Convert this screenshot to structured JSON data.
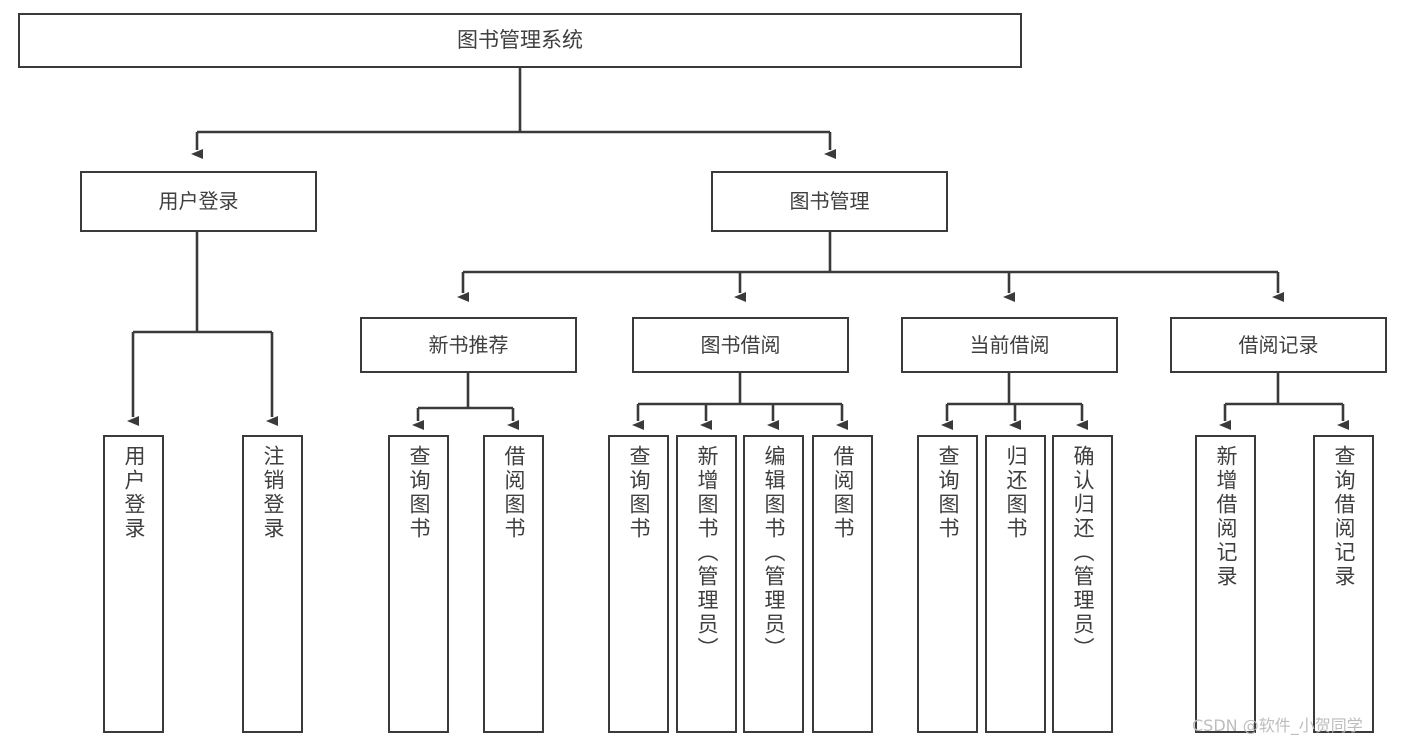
{
  "diagram": {
    "title": "图书管理系统",
    "type": "tree",
    "root": {
      "id": "root",
      "label": "图书管理系统"
    },
    "level1": [
      {
        "id": "user-login",
        "label": "用户登录"
      },
      {
        "id": "book-manage",
        "label": "图书管理"
      }
    ],
    "level2": [
      {
        "id": "new-book-recommend",
        "label": "新书推荐",
        "parent": "book-manage"
      },
      {
        "id": "book-borrow",
        "label": "图书借阅",
        "parent": "book-manage"
      },
      {
        "id": "current-borrow",
        "label": "当前借阅",
        "parent": "book-manage"
      },
      {
        "id": "borrow-record",
        "label": "借阅记录",
        "parent": "book-manage"
      }
    ],
    "leaves": [
      {
        "id": "leaf-user-login",
        "label": "用户登录",
        "parent": "user-login"
      },
      {
        "id": "leaf-logout-login",
        "label": "注销登录",
        "parent": "user-login"
      },
      {
        "id": "leaf-query-book-1",
        "label": "查询图书",
        "parent": "new-book-recommend"
      },
      {
        "id": "leaf-borrow-book-1",
        "label": "借阅图书",
        "parent": "new-book-recommend"
      },
      {
        "id": "leaf-query-book-2",
        "label": "查询图书",
        "parent": "book-borrow"
      },
      {
        "id": "leaf-add-book",
        "label": "新增图书（管理员）",
        "parent": "book-borrow"
      },
      {
        "id": "leaf-edit-book",
        "label": "编辑图书（管理员）",
        "parent": "book-borrow"
      },
      {
        "id": "leaf-borrow-book-2",
        "label": "借阅图书",
        "parent": "book-borrow"
      },
      {
        "id": "leaf-query-book-3",
        "label": "查询图书",
        "parent": "current-borrow"
      },
      {
        "id": "leaf-return-book",
        "label": "归还图书",
        "parent": "current-borrow"
      },
      {
        "id": "leaf-confirm-return",
        "label": "确认归还（管理员）",
        "parent": "current-borrow"
      },
      {
        "id": "leaf-add-borrow-record",
        "label": "新增借阅记录",
        "parent": "borrow-record"
      },
      {
        "id": "leaf-query-borrow-record",
        "label": "查询借阅记录",
        "parent": "borrow-record"
      }
    ],
    "colors": {
      "box_border": "#3a3a3a",
      "box_fill": "#ffffff",
      "text": "#3f3f3f",
      "connector": "#3a3a3a",
      "watermark": "#bdbdbd",
      "background": "#ffffff"
    }
  },
  "watermark": {
    "text": "CSDN @软件_小贺同学"
  }
}
